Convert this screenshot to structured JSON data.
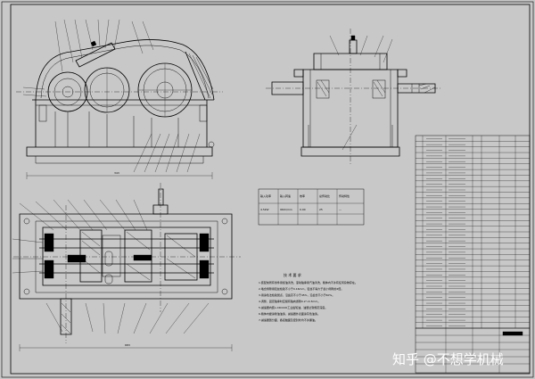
{
  "drawing": {
    "dimensions": {
      "elev_overall": "343",
      "plan_overall": "683"
    },
    "tech_req": {
      "title": "技 术 要 求",
      "lines": [
        "1.装配前所有零件用煤油清洗，滚动轴承用汽油清洗，箱体内不许有任何杂物存在。",
        "2.啮合侧隙用铅丝检验不小于0.16mm，铅丝不得大于最小侧隙的4倍。",
        "3.用涂色法检验斑点，沿齿高不小于45%，沿齿长不小于60%。",
        "4.调整、固定轴承时应留有轴向游隙0.2～0.3mm。",
        "5.减速器内装L-CKC220工业齿轮油，油量达到规定深度。",
        "6.箱体内壁涂耐油油漆，减速器外表面涂灰色油漆。",
        "7.减速器剖分面、各接触面及密封处均不许漏油。"
      ]
    },
    "spec_table": {
      "headers": [
        "输入功率",
        "输入转速",
        "效率",
        "总传动比",
        "传动特性"
      ],
      "row": [
        "4.5kW",
        "960r/min",
        "0.90",
        "25",
        "—"
      ]
    }
  },
  "watermark": {
    "text": "知乎 @不想学机械"
  }
}
